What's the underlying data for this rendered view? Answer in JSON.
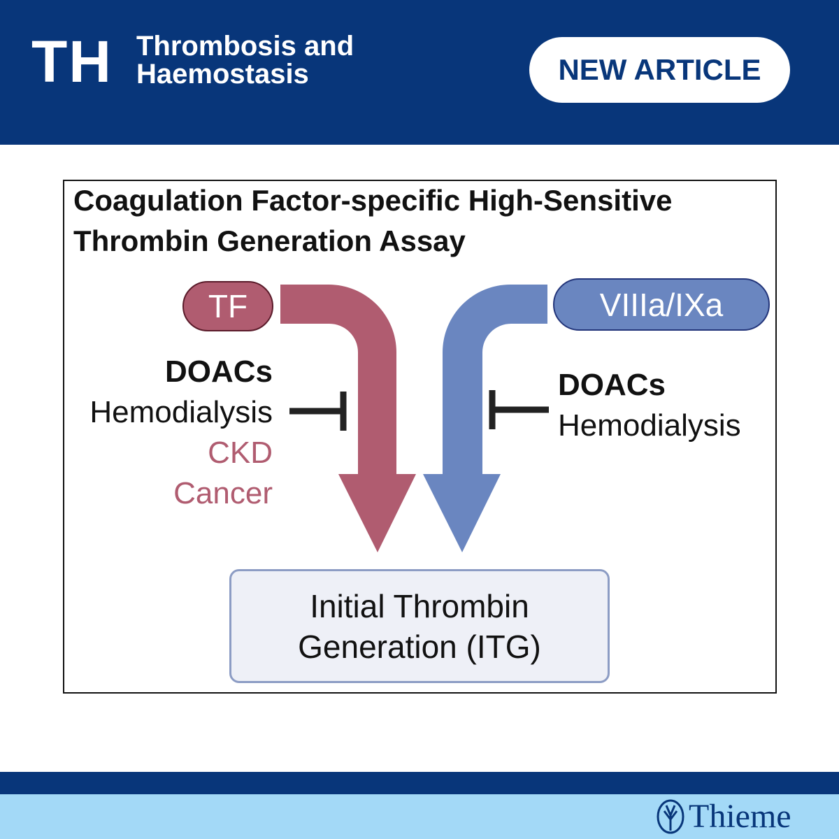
{
  "header": {
    "logo_abbr": "TH",
    "journal_line1": "Thrombosis and",
    "journal_line2": "Haemostasis",
    "badge": "NEW ARTICLE"
  },
  "figure": {
    "title_line1": "Coagulation Factor-specific High-Sensitive",
    "title_line2": "Thrombin Generation Assay",
    "left_trigger": "TF",
    "right_trigger": "VIIIa/IXa",
    "left_inhibitors": [
      "DOACs",
      "Hemodialysis",
      "CKD",
      "Cancer"
    ],
    "right_inhibitors": [
      "DOACs",
      "Hemodialysis"
    ],
    "result_line1": "Initial Thrombin",
    "result_line2": "Generation (ITG)",
    "colors": {
      "tf": "#b05c70",
      "viii": "#6a86c0"
    }
  },
  "footer": {
    "publisher": "Thieme"
  }
}
